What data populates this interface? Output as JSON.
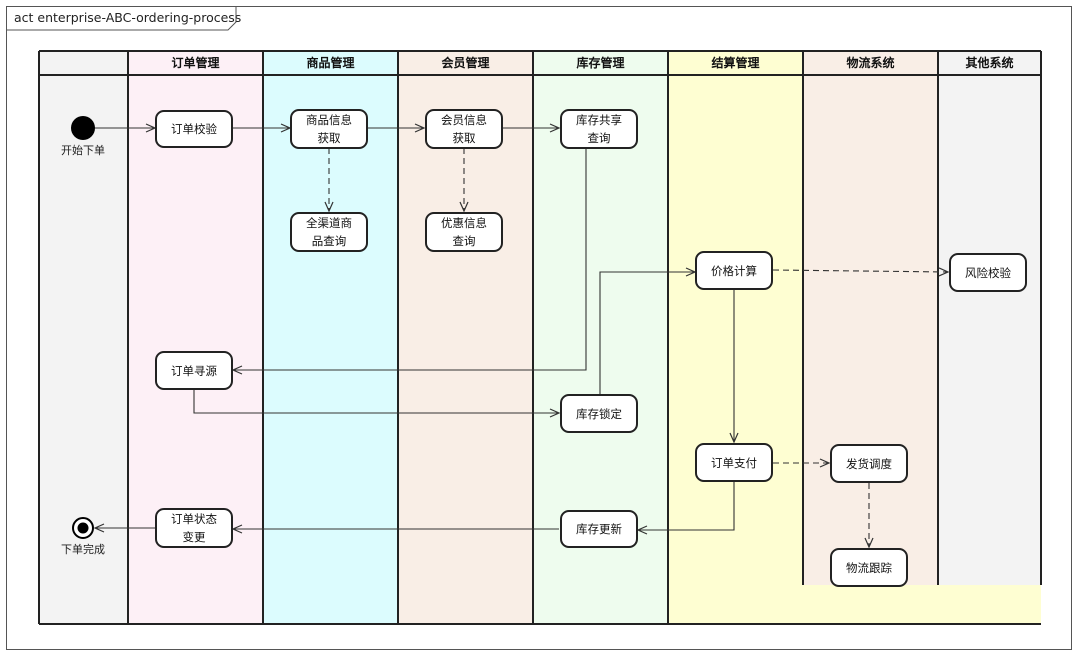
{
  "diagram": {
    "title": "act enterprise-ABC-ordering-process",
    "lanes": [
      {
        "id": "order",
        "title": "订单管理",
        "color": "#fdf0f6"
      },
      {
        "id": "product",
        "title": "商品管理",
        "color": "#dcfcfe"
      },
      {
        "id": "member",
        "title": "会员管理",
        "color": "#f9eee6"
      },
      {
        "id": "inventory",
        "title": "库存管理",
        "color": "#eefcee"
      },
      {
        "id": "settlement",
        "title": "结算管理",
        "color": "#fefed2"
      },
      {
        "id": "logistics",
        "title": "物流系统",
        "color": "#f9eee6"
      },
      {
        "id": "other",
        "title": "其他系统",
        "color": "#f3f3f3"
      }
    ],
    "start": {
      "label": "开始下单"
    },
    "end": {
      "label": "下单完成"
    },
    "nodes": [
      {
        "id": "n1",
        "label": "订单校验"
      },
      {
        "id": "n2",
        "label": "商品信息\n获取"
      },
      {
        "id": "n3",
        "label": "全渠道商\n品查询"
      },
      {
        "id": "n4",
        "label": "会员信息\n获取"
      },
      {
        "id": "n5",
        "label": "优惠信息\n查询"
      },
      {
        "id": "n6",
        "label": "库存共享\n查询"
      },
      {
        "id": "n7",
        "label": "价格计算"
      },
      {
        "id": "n8",
        "label": "风险校验"
      },
      {
        "id": "n9",
        "label": "订单寻源"
      },
      {
        "id": "n10",
        "label": "库存锁定"
      },
      {
        "id": "n11",
        "label": "订单支付"
      },
      {
        "id": "n12",
        "label": "发货调度"
      },
      {
        "id": "n13",
        "label": "物流跟踪"
      },
      {
        "id": "n14",
        "label": "订单状态\n变更"
      },
      {
        "id": "n15",
        "label": "库存更新"
      }
    ],
    "colors": {
      "line": "#333333",
      "border": "#222222"
    }
  }
}
